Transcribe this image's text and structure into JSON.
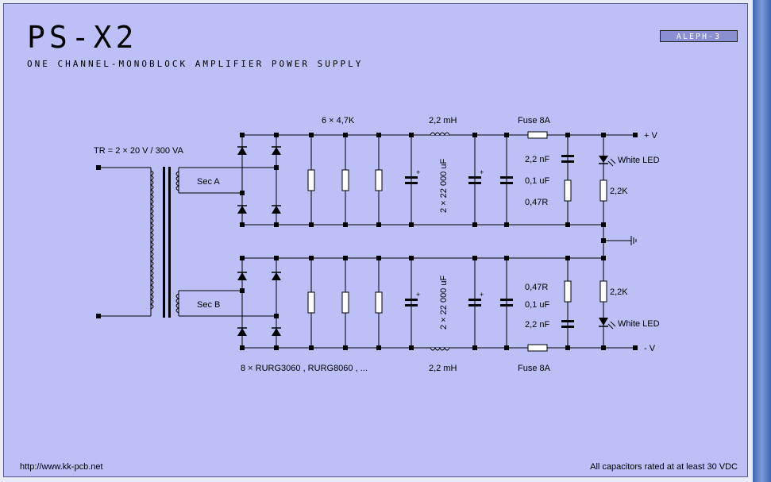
{
  "header": {
    "title": "PS-X2",
    "subtitle": "ONE CHANNEL-MONOBLOCK AMPLIFIER POWER SUPPLY",
    "badge": "ALEPH-3"
  },
  "labels": {
    "transformer": "TR = 2 × 20 V / 300 VA",
    "sec_a": "Sec A",
    "sec_b": "Sec B",
    "resistors_top": "6 × 4,7K",
    "inductor_top": "2,2 mH",
    "inductor_bottom": "2,2 mH",
    "cap_bank_top": "2 × 22 000 uF",
    "cap_bank_bottom": "2 × 22 000 uF",
    "fuse_top": "Fuse 8A",
    "fuse_bottom": "Fuse 8A",
    "plus_v": "+ V",
    "minus_v": "- V",
    "top_2n2": "2,2 nF",
    "top_0u1": "0,1 uF",
    "top_047r": "0,47R",
    "bot_047r": "0,47R",
    "bot_0u1": "0,1 uF",
    "bot_2n2": "2,2 nF",
    "white_led_top": "White LED",
    "white_led_bottom": "White LED",
    "r_2k2_top": "2,2K",
    "r_2k2_bottom": "2,2K",
    "diodes": "8 × RURG3060 , RURG8060 , ..."
  },
  "footer": {
    "url": "http://www.kk-pcb.net",
    "note": "All capacitors rated at at least 30 VDC"
  }
}
